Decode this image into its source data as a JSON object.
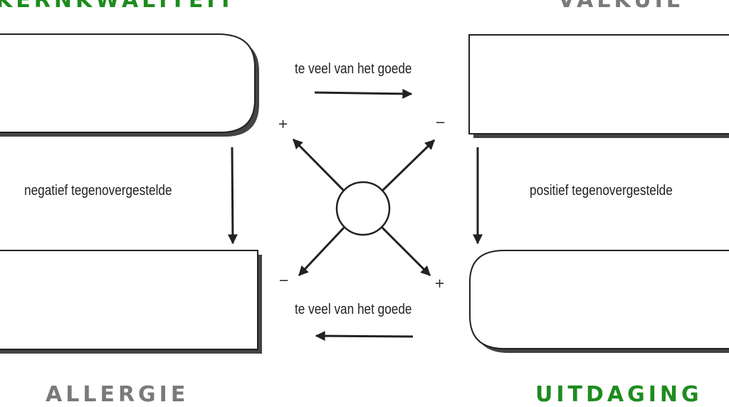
{
  "headings": {
    "kernkwaliteit": "KERNKWALITEIT",
    "valkuil": "VALKUIL",
    "allergie": "ALLERGIE",
    "uitdaging": "UITDAGING"
  },
  "labels": {
    "top_arrow": "te veel van het goede",
    "bottom_arrow": "te veel van het goede",
    "left_arrow": "negatief tegenovergestelde",
    "right_arrow": "positief tegenovergestelde"
  },
  "signs": {
    "top_left": "+",
    "top_right": "−",
    "bottom_left": "−",
    "bottom_right": "+"
  },
  "colors": {
    "green": "#1e8c1e",
    "gray": "#7a7a7a",
    "line": "#222222",
    "shadow": "#444444"
  }
}
